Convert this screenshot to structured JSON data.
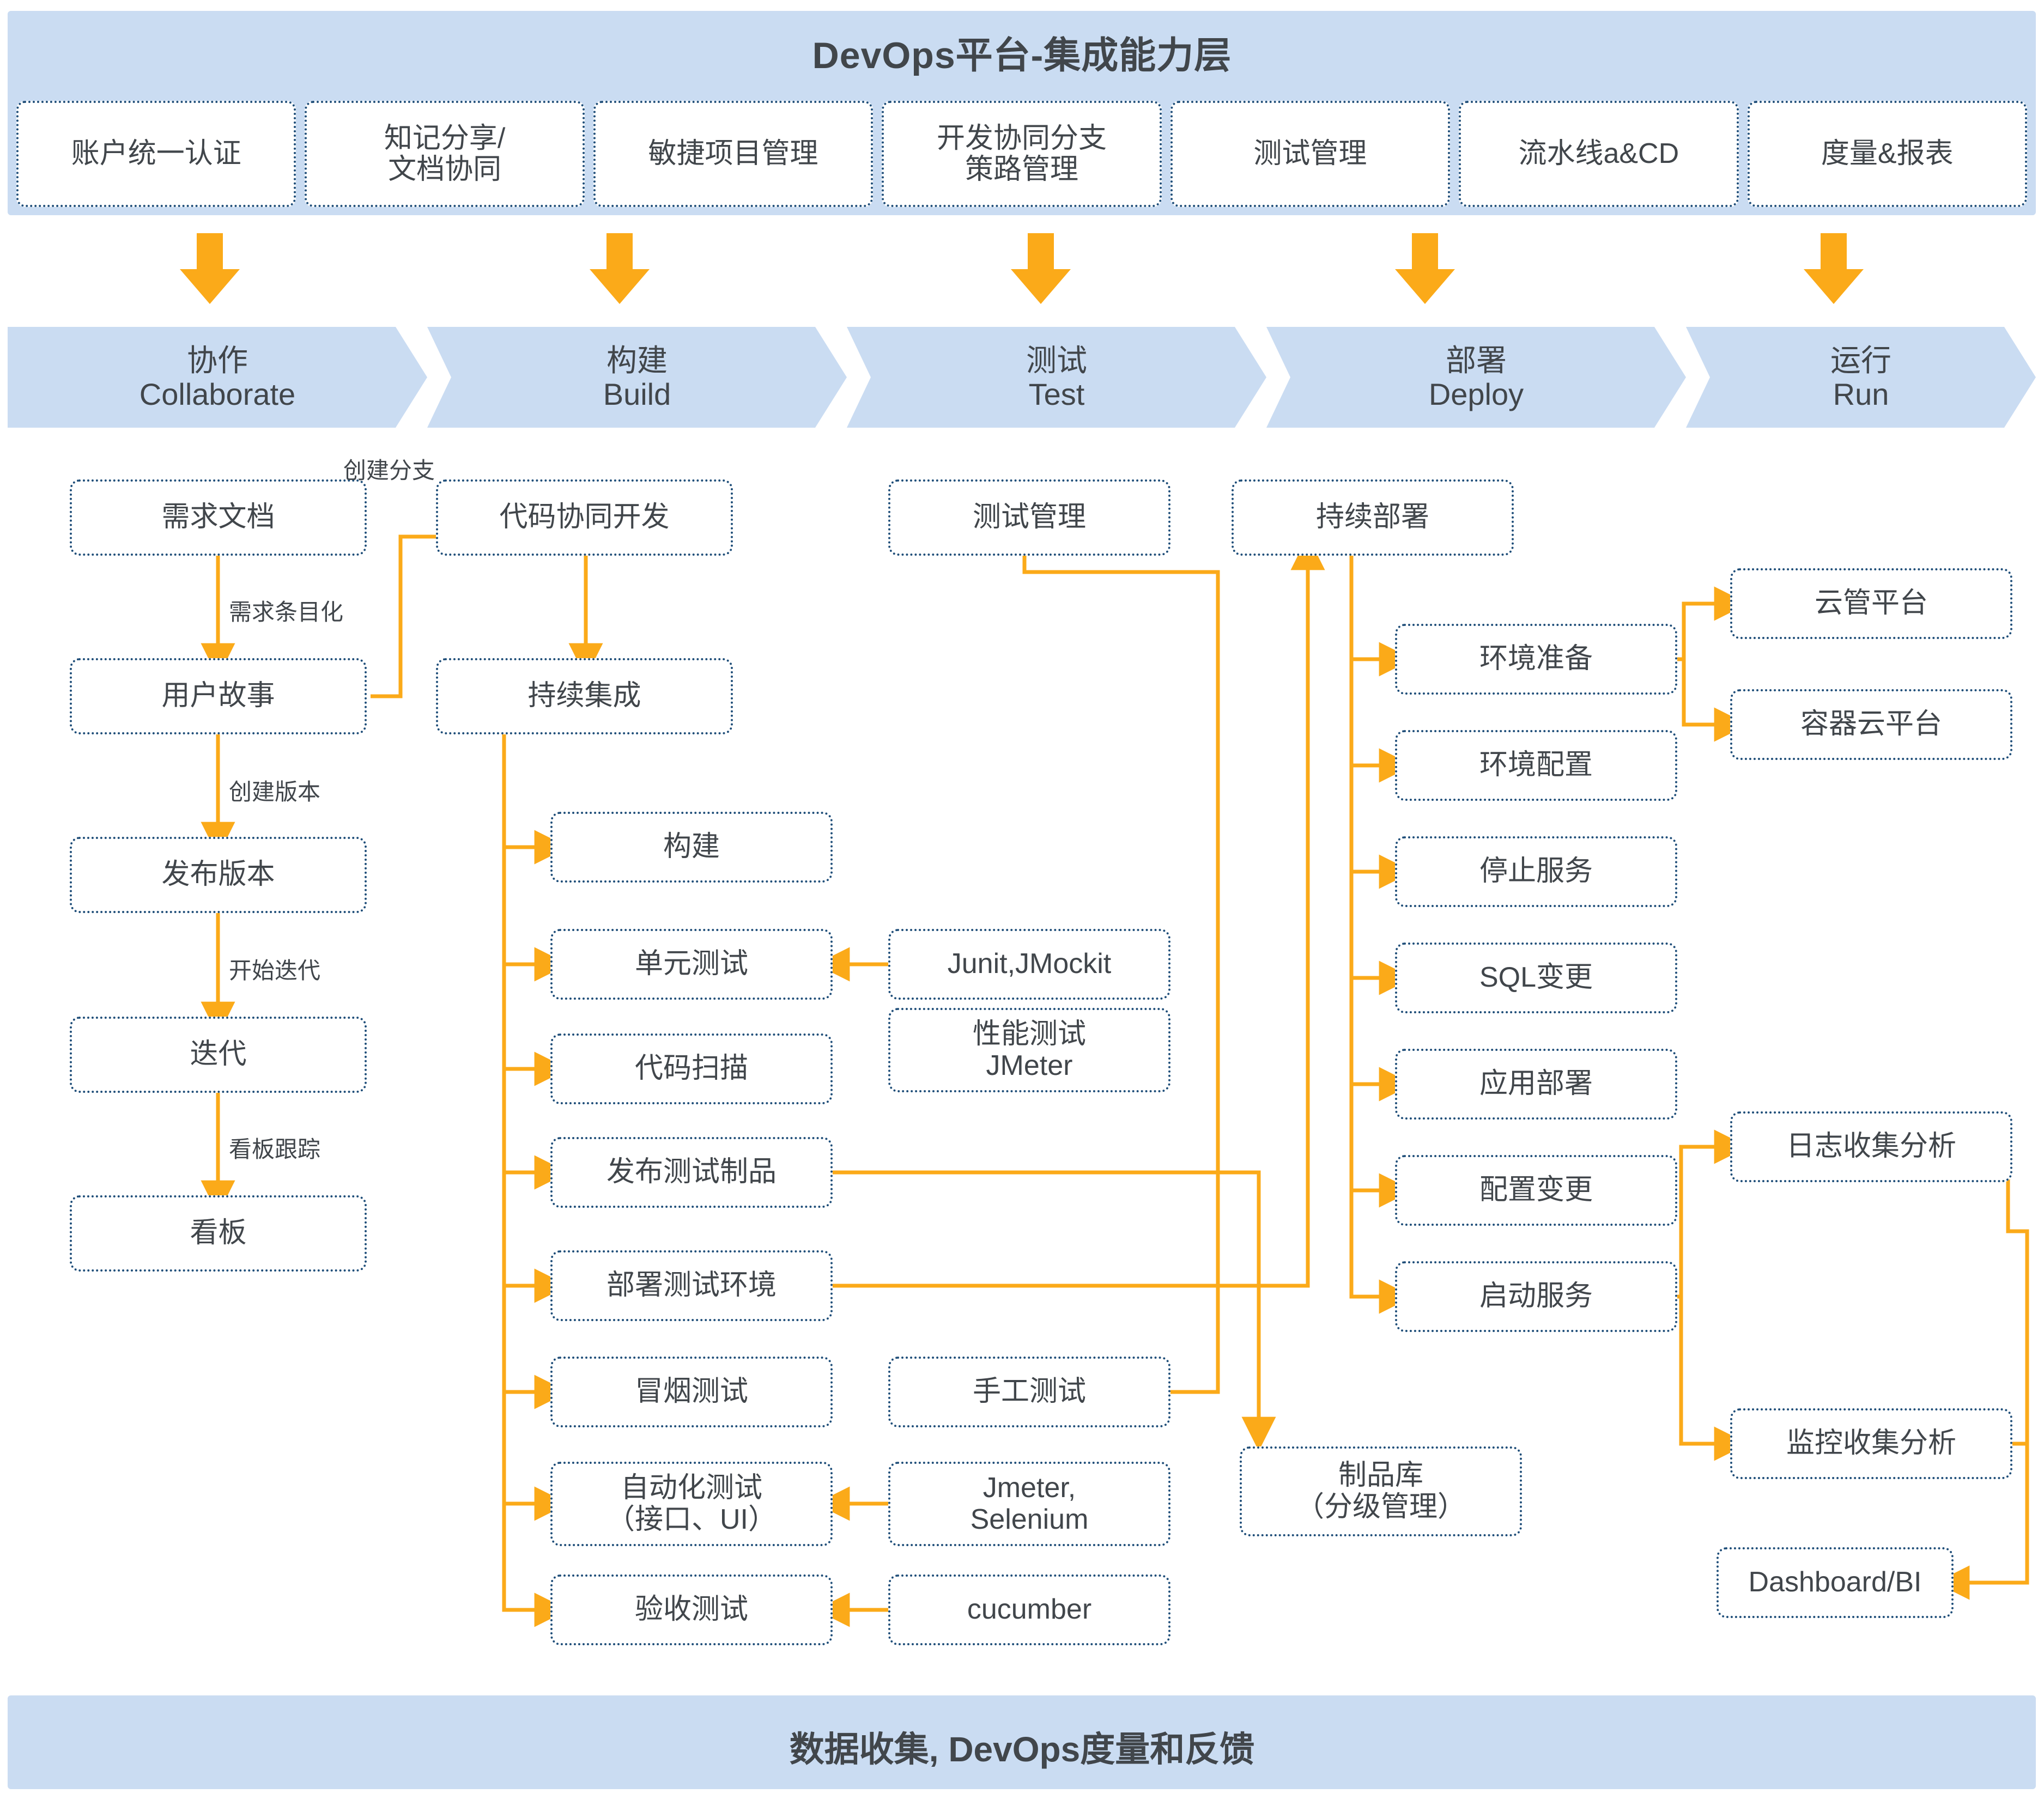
{
  "header": {
    "platform_title": "DevOps平台-集成能力层",
    "capabilities": [
      {
        "label": "账户统一认证"
      },
      {
        "label": "知记分享/\n文档协同"
      },
      {
        "label": "敏捷项目管理"
      },
      {
        "label": "开发协同分支\n策路管理"
      },
      {
        "label": "测试管理"
      },
      {
        "label": "流水线a&CD"
      },
      {
        "label": "度量&报表"
      }
    ]
  },
  "stages": [
    {
      "cn": "协作",
      "en": "Collaborate"
    },
    {
      "cn": "构建",
      "en": "Build"
    },
    {
      "cn": "测试",
      "en": "Test"
    },
    {
      "cn": "部署",
      "en": "Deploy"
    },
    {
      "cn": "运行",
      "en": "Run"
    }
  ],
  "collaborate": {
    "nodes": [
      {
        "label": "需求文档"
      },
      {
        "label": "用户故事"
      },
      {
        "label": "发布版本"
      },
      {
        "label": "迭代"
      },
      {
        "label": "看板"
      }
    ],
    "edges": [
      {
        "label": "需求条目化"
      },
      {
        "label": "创建版本"
      },
      {
        "label": "开始迭代"
      },
      {
        "label": "看板跟踪"
      }
    ]
  },
  "build": {
    "branch_edge_label": "创建分支",
    "nodes": [
      {
        "label": "代码协同开发"
      },
      {
        "label": "持续集成"
      }
    ],
    "ci_steps": [
      {
        "label": "构建"
      },
      {
        "label": "单元测试"
      },
      {
        "label": "代码扫描"
      },
      {
        "label": "发布测试制品"
      },
      {
        "label": "部署测试环境"
      },
      {
        "label": "冒烟测试"
      },
      {
        "label": "自动化测试\n（接口、UI）"
      },
      {
        "label": "验收测试"
      }
    ]
  },
  "test": {
    "nodes": [
      {
        "label": "测试管理"
      }
    ],
    "tools": [
      {
        "label": "Junit,JMockit"
      },
      {
        "label": "性能测试\nJMeter"
      },
      {
        "label": "手工测试"
      },
      {
        "label": "Jmeter,\nSelenium"
      },
      {
        "label": "cucumber"
      }
    ]
  },
  "deploy": {
    "nodes": [
      {
        "label": "持续部署"
      }
    ],
    "steps": [
      {
        "label": "环境准备"
      },
      {
        "label": "环境配置"
      },
      {
        "label": "停止服务"
      },
      {
        "label": "SQL变更"
      },
      {
        "label": "应用部署"
      },
      {
        "label": "配置变更"
      },
      {
        "label": "启动服务"
      }
    ],
    "artifact": {
      "label": "制品库\n（分级管理）"
    }
  },
  "run": {
    "platforms": [
      {
        "label": "云管平台"
      },
      {
        "label": "容器云平台"
      }
    ],
    "analytics": [
      {
        "label": "日志收集分析"
      },
      {
        "label": "监控收集分析"
      },
      {
        "label": "Dashboard/BI"
      }
    ]
  },
  "footer": {
    "title": "数据收集, DevOps度量和反馈"
  },
  "colors": {
    "band_blue": "#cadcf2",
    "arrow_orange": "#fbaa19",
    "node_border": "#1f4e79",
    "text": "#41464b"
  }
}
